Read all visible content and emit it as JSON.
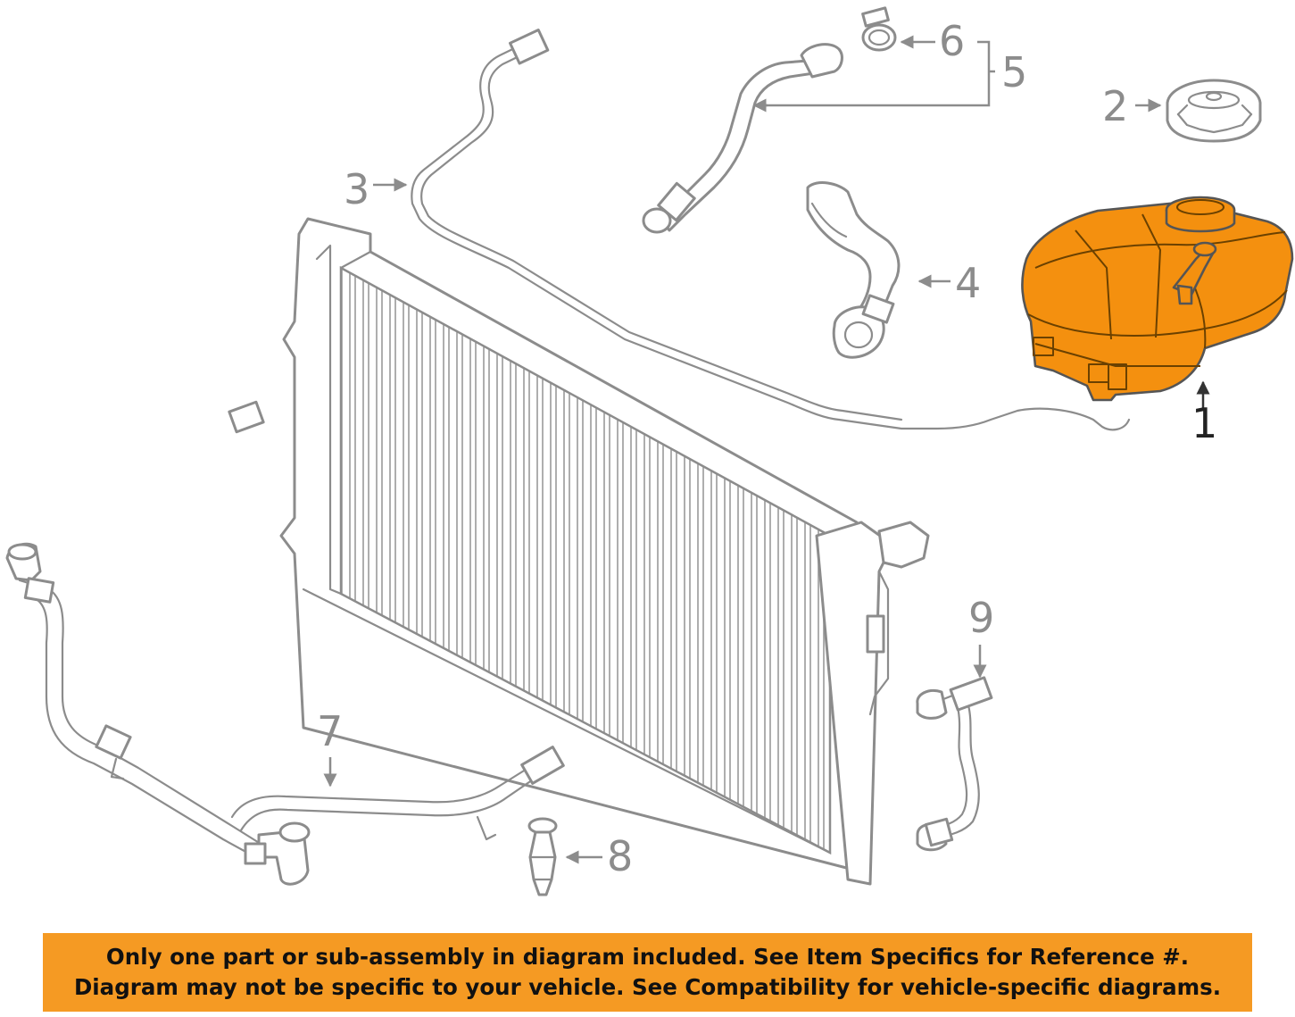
{
  "diagram": {
    "callouts": [
      {
        "id": "1",
        "label": "1"
      },
      {
        "id": "2",
        "label": "2"
      },
      {
        "id": "3",
        "label": "3"
      },
      {
        "id": "4",
        "label": "4"
      },
      {
        "id": "5",
        "label": "5"
      },
      {
        "id": "6",
        "label": "6"
      },
      {
        "id": "7",
        "label": "7"
      },
      {
        "id": "8",
        "label": "8"
      },
      {
        "id": "9",
        "label": "9"
      }
    ],
    "highlight_color": "#f4900f",
    "line_color": "#8c8c8c"
  },
  "notice": {
    "line1": "Only one part or sub-assembly in diagram included. See Item Specifics for Reference #.",
    "line2": "Diagram may not be specific to your vehicle. See Compatibility for vehicle-specific diagrams.",
    "background": "#f59a23"
  }
}
